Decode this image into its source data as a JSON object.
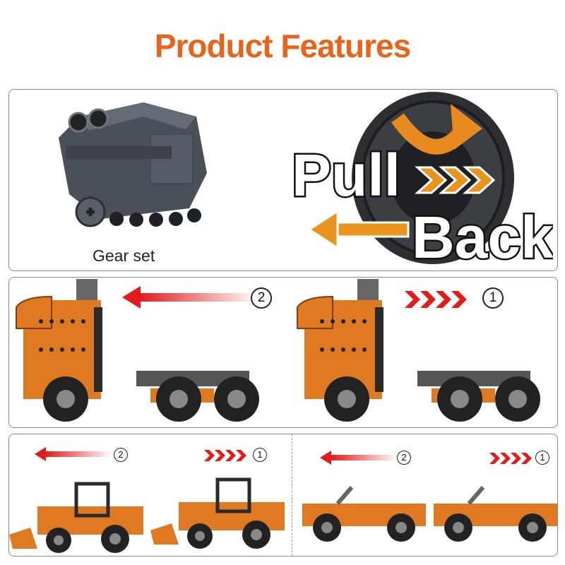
{
  "title": "Product Features",
  "gear_panel": {
    "gear_label": "Gear set",
    "pull_text": "Pull",
    "back_text": "Back"
  },
  "truck_panel": {
    "left_step": "2",
    "right_step": "1"
  },
  "vehicles_panel": {
    "loader_left_step": "2",
    "loader_right_step": "1",
    "car_left_step": "2",
    "car_right_step": "1"
  },
  "colors": {
    "brand_orange": "#e8641a",
    "arrow_red": "#e21b1b",
    "gear_gray": "#4a5058",
    "body_orange": "#e07a22"
  }
}
